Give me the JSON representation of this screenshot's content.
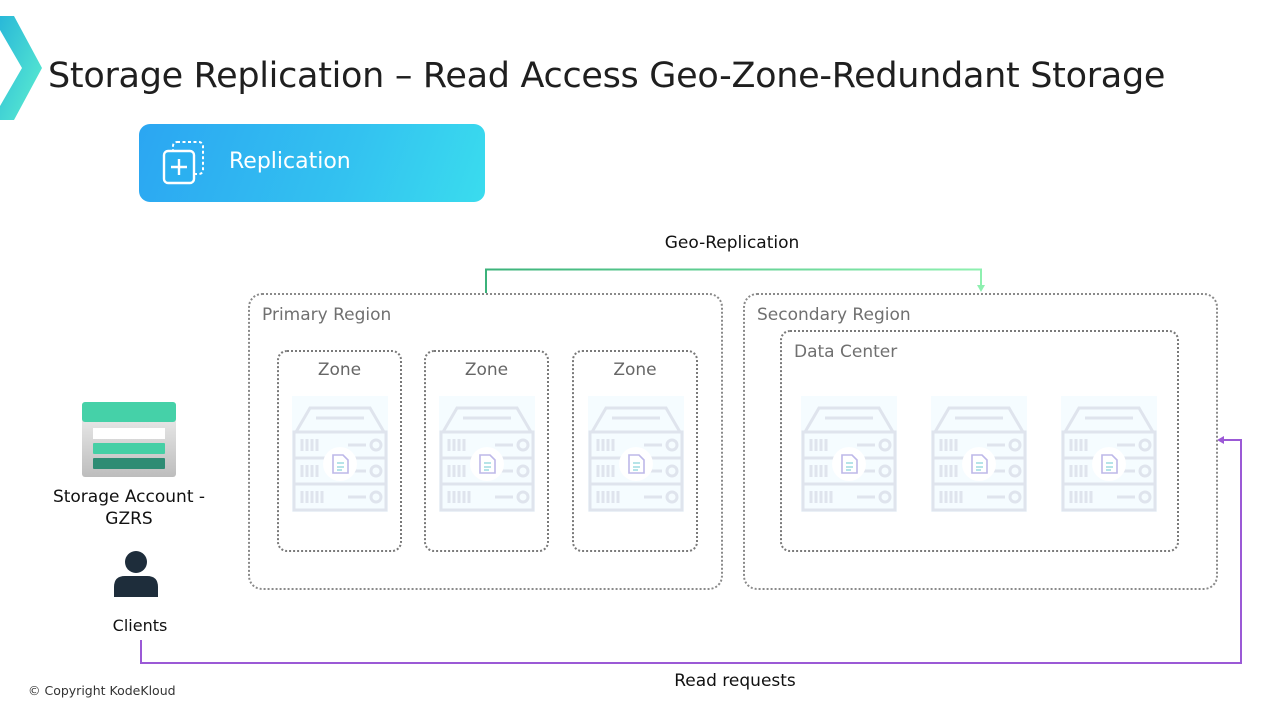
{
  "title": "Storage Replication – Read Access Geo-Zone-Redundant Storage",
  "replication_button": {
    "label": "Replication",
    "icon": "add-copy-icon"
  },
  "geo_replication_label": "Geo-Replication",
  "primary_region": {
    "label": "Primary Region",
    "zones": [
      {
        "label": "Zone"
      },
      {
        "label": "Zone"
      },
      {
        "label": "Zone"
      }
    ]
  },
  "secondary_region": {
    "label": "Secondary Region",
    "data_center": {
      "label": "Data Center",
      "server_count": 3
    }
  },
  "storage_account": {
    "line1": "Storage Account -",
    "line2": "GZRS",
    "icon": "storage-account-icon"
  },
  "clients": {
    "label": "Clients",
    "icon": "user-icon"
  },
  "read_requests_label": "Read requests",
  "copyright": "© Copyright KodeKloud",
  "colors": {
    "accent_blue": "#2ba6f2",
    "geo_line": "#3bb27a",
    "read_line": "#9b59d6",
    "storage_green": "#45d1a8"
  }
}
